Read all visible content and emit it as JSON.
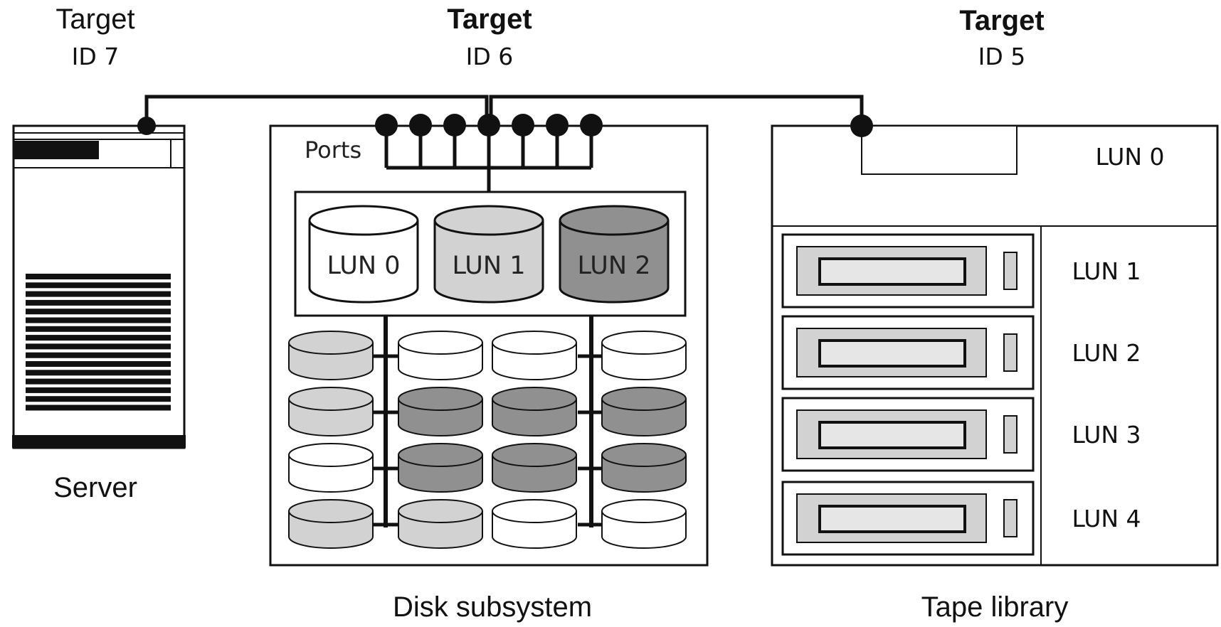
{
  "targets": [
    {
      "title": "Target",
      "id": "ID 7"
    },
    {
      "title": "Target",
      "id": "ID 6"
    },
    {
      "title": "Target",
      "id": "ID 5"
    }
  ],
  "server": {
    "caption": "Server"
  },
  "disk_subsystem": {
    "caption": "Disk subsystem",
    "ports_label": "Ports",
    "luns": [
      "LUN 0",
      "LUN 1",
      "LUN 2"
    ],
    "disk_shades": [
      [
        "light",
        "white",
        "white",
        "white"
      ],
      [
        "light",
        "dark",
        "dark",
        "dark"
      ],
      [
        "white",
        "dark",
        "dark",
        "dark"
      ],
      [
        "light",
        "light",
        "white",
        "white"
      ]
    ]
  },
  "tape_library": {
    "caption": "Tape library",
    "luns": [
      "LUN 0",
      "LUN 1",
      "LUN 2",
      "LUN 3",
      "LUN 4"
    ]
  },
  "colors": {
    "line": "#111111",
    "white_fill": "#ffffff",
    "light_fill": "#d2d2d2",
    "dark_fill": "#909090"
  }
}
